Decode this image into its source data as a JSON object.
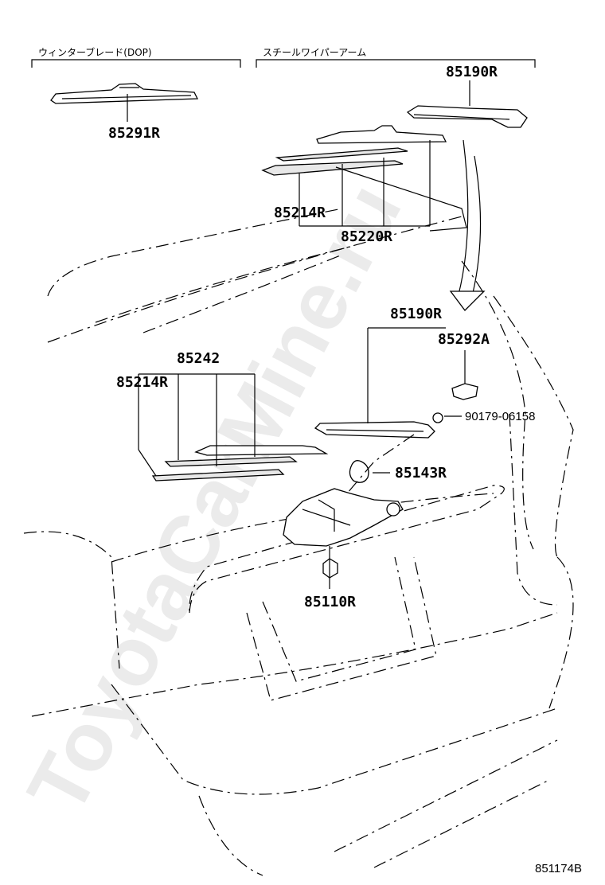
{
  "headings": {
    "winter_blade": "ウィンターブレード(DOP)",
    "steel_arm": "スチールワイパーアーム"
  },
  "parts": {
    "p85291R": "85291R",
    "p85190R_top": "85190R",
    "p85214R_top": "85214R",
    "p85220R": "85220R",
    "p85190R_mid": "85190R",
    "p85292A": "85292A",
    "p85242": "85242",
    "p85214R_mid": "85214R",
    "p90179": "90179-06158",
    "p85143R": "85143R",
    "p85110R": "85110R"
  },
  "diagram_code": "851174B",
  "watermark": "ToyotaCarMine.ru"
}
